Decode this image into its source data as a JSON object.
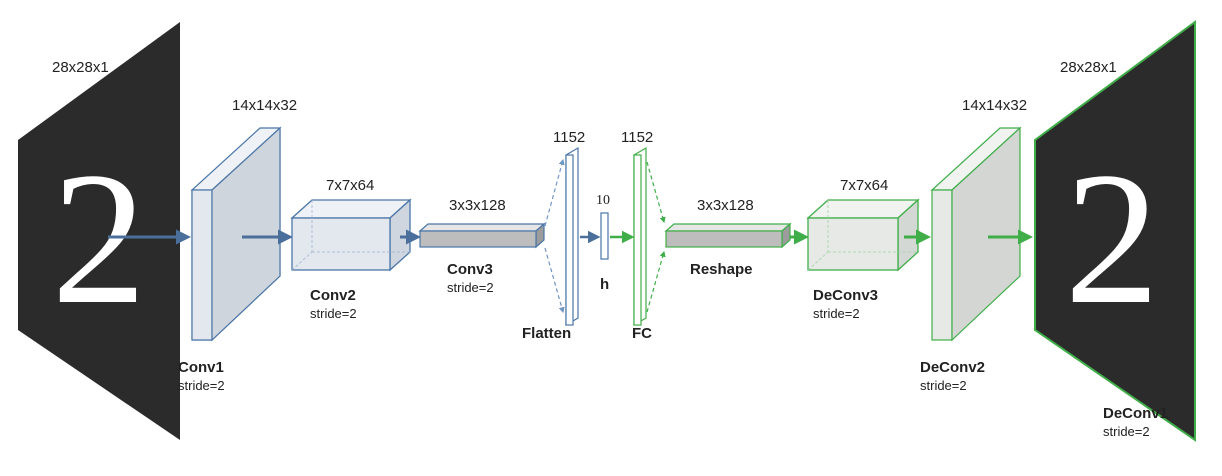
{
  "input": {
    "dim": "28x28x1",
    "digit": "2"
  },
  "conv1": {
    "dim": "14x14x32",
    "label": "Conv1",
    "stride": "stride=2"
  },
  "conv2": {
    "dim": "7x7x64",
    "label": "Conv2",
    "stride": "stride=2"
  },
  "conv3": {
    "dim": "3x3x128",
    "label": "Conv3",
    "stride": "stride=2"
  },
  "flatten": {
    "dim": "1152",
    "label": "Flatten"
  },
  "hidden": {
    "dim": "10",
    "label": "h"
  },
  "fc": {
    "dim": "1152",
    "label": "FC"
  },
  "reshape": {
    "dim": "3x3x128",
    "label": "Reshape"
  },
  "deconv3": {
    "dim": "7x7x64",
    "label": "DeConv3",
    "stride": "stride=2"
  },
  "deconv2": {
    "dim": "14x14x32",
    "label": "DeConv2",
    "stride": "stride=2"
  },
  "output": {
    "dim": "28x28x1",
    "digit": "2"
  },
  "deconv1": {
    "label": "DeConv1",
    "stride": "stride=2"
  },
  "colors": {
    "encoder_stroke": "#4a76a8",
    "encoder_arrow": "#4a6f9a",
    "decoder_stroke": "#3fae48",
    "decoder_arrow": "#3fae48",
    "layer_fill": "#dde3ec",
    "layer_fill_light": "#e6ebf2",
    "bar_fill": "#bdbdbd",
    "image_bg": "#2b2b2b"
  }
}
